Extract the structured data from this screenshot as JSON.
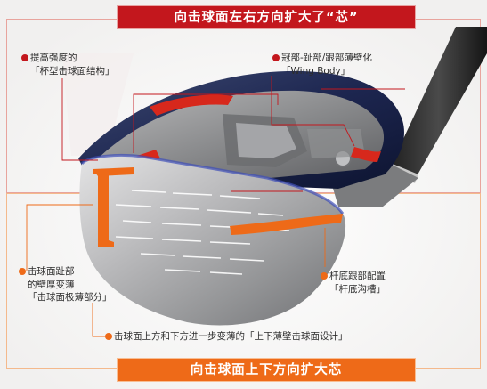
{
  "banner_top": "向击球面左右方向扩大了“芯”",
  "banner_bottom": "向击球面上下方向扩大芯",
  "callouts": {
    "cup_face": {
      "line1": "提高强度的",
      "line2": "「杯型击球面结构」"
    },
    "wing_body": {
      "line1": "冠部-趾部/跟部薄壁化",
      "line2": "「Wing Body」"
    },
    "face_toe": {
      "line1": "击球面趾部",
      "line2": "的壁厚变薄",
      "line3": "「击球面极薄部分」"
    },
    "sole_groove": {
      "line1": "杆底跟部配置",
      "line2": "「杆底沟槽」"
    },
    "top_bottom": {
      "text": "击球面上方和下方进一步变薄的「上下薄壁击球面设计」"
    }
  },
  "colors": {
    "red": "#c3171d",
    "orange": "#ee6a18",
    "frame_red": "#e8a49d",
    "frame_orange": "#f4b98c"
  },
  "icons": [
    "callout-dot-red",
    "callout-dot-orange",
    "driver-club-head"
  ]
}
